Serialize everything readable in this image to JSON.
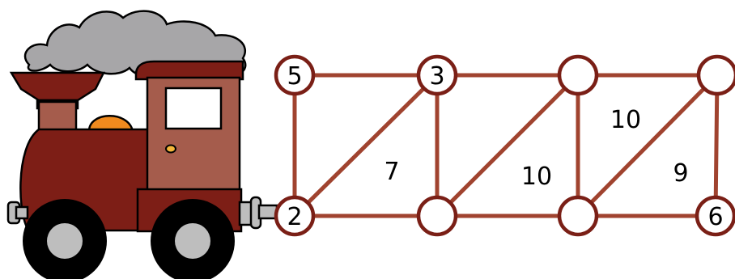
{
  "colors": {
    "edge": "#a0432f",
    "node_stroke": "#7a1f16",
    "smoke": "#a7a6a8",
    "body": "#7d1e16",
    "cab": "#a55c4c",
    "window": "#ffffff",
    "dome": "#f08a1e",
    "knob": "#f4b63a",
    "coupler": "#bdbdbd",
    "wheel": "#000000",
    "hub": "#bebebe"
  },
  "icons": {
    "train": "steam-locomotive-icon"
  },
  "graph": {
    "nodes": [
      {
        "id": "n1",
        "label": "5"
      },
      {
        "id": "n2",
        "label": "3"
      },
      {
        "id": "n3",
        "label": ""
      },
      {
        "id": "n4",
        "label": ""
      },
      {
        "id": "n5",
        "label": "2"
      },
      {
        "id": "n6",
        "label": ""
      },
      {
        "id": "n7",
        "label": ""
      },
      {
        "id": "n8",
        "label": "6"
      }
    ],
    "edges": [
      [
        "n1",
        "n2"
      ],
      [
        "n2",
        "n3"
      ],
      [
        "n3",
        "n4"
      ],
      [
        "n5",
        "n6"
      ],
      [
        "n6",
        "n7"
      ],
      [
        "n7",
        "n8"
      ],
      [
        "n1",
        "n5"
      ],
      [
        "n2",
        "n6"
      ],
      [
        "n3",
        "n7"
      ],
      [
        "n4",
        "n8"
      ],
      [
        "n5",
        "n2"
      ],
      [
        "n6",
        "n3"
      ],
      [
        "n7",
        "n4"
      ]
    ],
    "face_labels": [
      {
        "id": "f1",
        "text": "7"
      },
      {
        "id": "f2",
        "text": "10"
      },
      {
        "id": "f3",
        "text": "10"
      },
      {
        "id": "f4",
        "text": "9"
      }
    ]
  }
}
